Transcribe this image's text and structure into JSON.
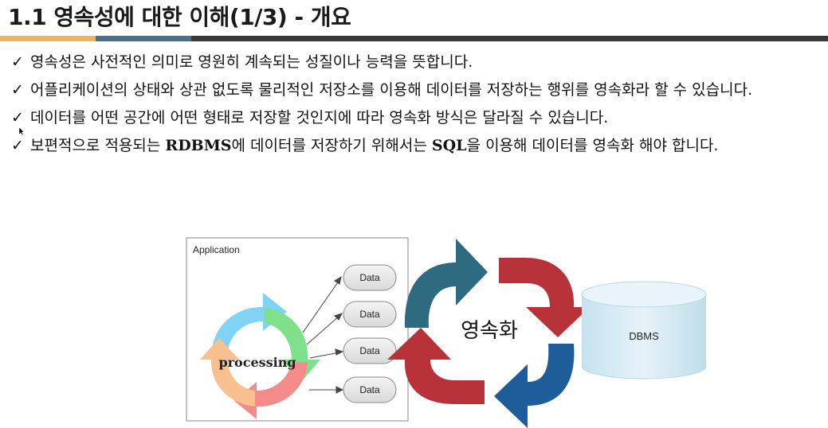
{
  "slide": {
    "title": "1.1 영속성에 대한 이해(1/3) - 개요",
    "accent_colors": [
      "#f0b25b",
      "#4c6e8c",
      "#3a3a3a"
    ],
    "bullets": [
      {
        "check": "✓",
        "parts": [
          {
            "text": "영속성은 사전적인 의미로 영원히 계속되는 성질이나 능력을 뜻합니다.",
            "bold": false
          }
        ]
      },
      {
        "check": "✓",
        "parts": [
          {
            "text": "어플리케이션의 상태와 상관 없도록 물리적인 저장소를 이용해 데이터를 저장하는 행위를 영속화라 할 수 있습니다.",
            "bold": false
          }
        ]
      },
      {
        "check": "✓",
        "parts": [
          {
            "text": "데이터를 어떤 공간에 어떤 형태로 저장할 것인지에 따라 영속화 방식은 달라질 수 있습니다.",
            "bold": false
          }
        ]
      },
      {
        "check": "✓",
        "parts": [
          {
            "text": "보편적으로 적용되는 ",
            "bold": false
          },
          {
            "text": "RDBMS",
            "bold": true
          },
          {
            "text": "에 데이터를 저장하기 위해서는 ",
            "bold": false
          },
          {
            "text": "SQL",
            "bold": true
          },
          {
            "text": "을 이용해 데이터를 영속화 해야 합니다.",
            "bold": false
          }
        ]
      }
    ]
  },
  "diagram": {
    "app_label": "Application",
    "cycle_label": "processing",
    "cycle_colors": [
      "#7fd3f5",
      "#7ee08a",
      "#f48a8a",
      "#f7c08e"
    ],
    "data_labels": [
      "Data",
      "Data",
      "Data",
      "Data"
    ],
    "center_label": "영속화",
    "arrow_colors": {
      "teal": "#2e6b80",
      "red": "#b8323a",
      "blue": "#1f5d9a"
    },
    "db_label": "DBMS",
    "db_color": "#d7ecf5"
  }
}
